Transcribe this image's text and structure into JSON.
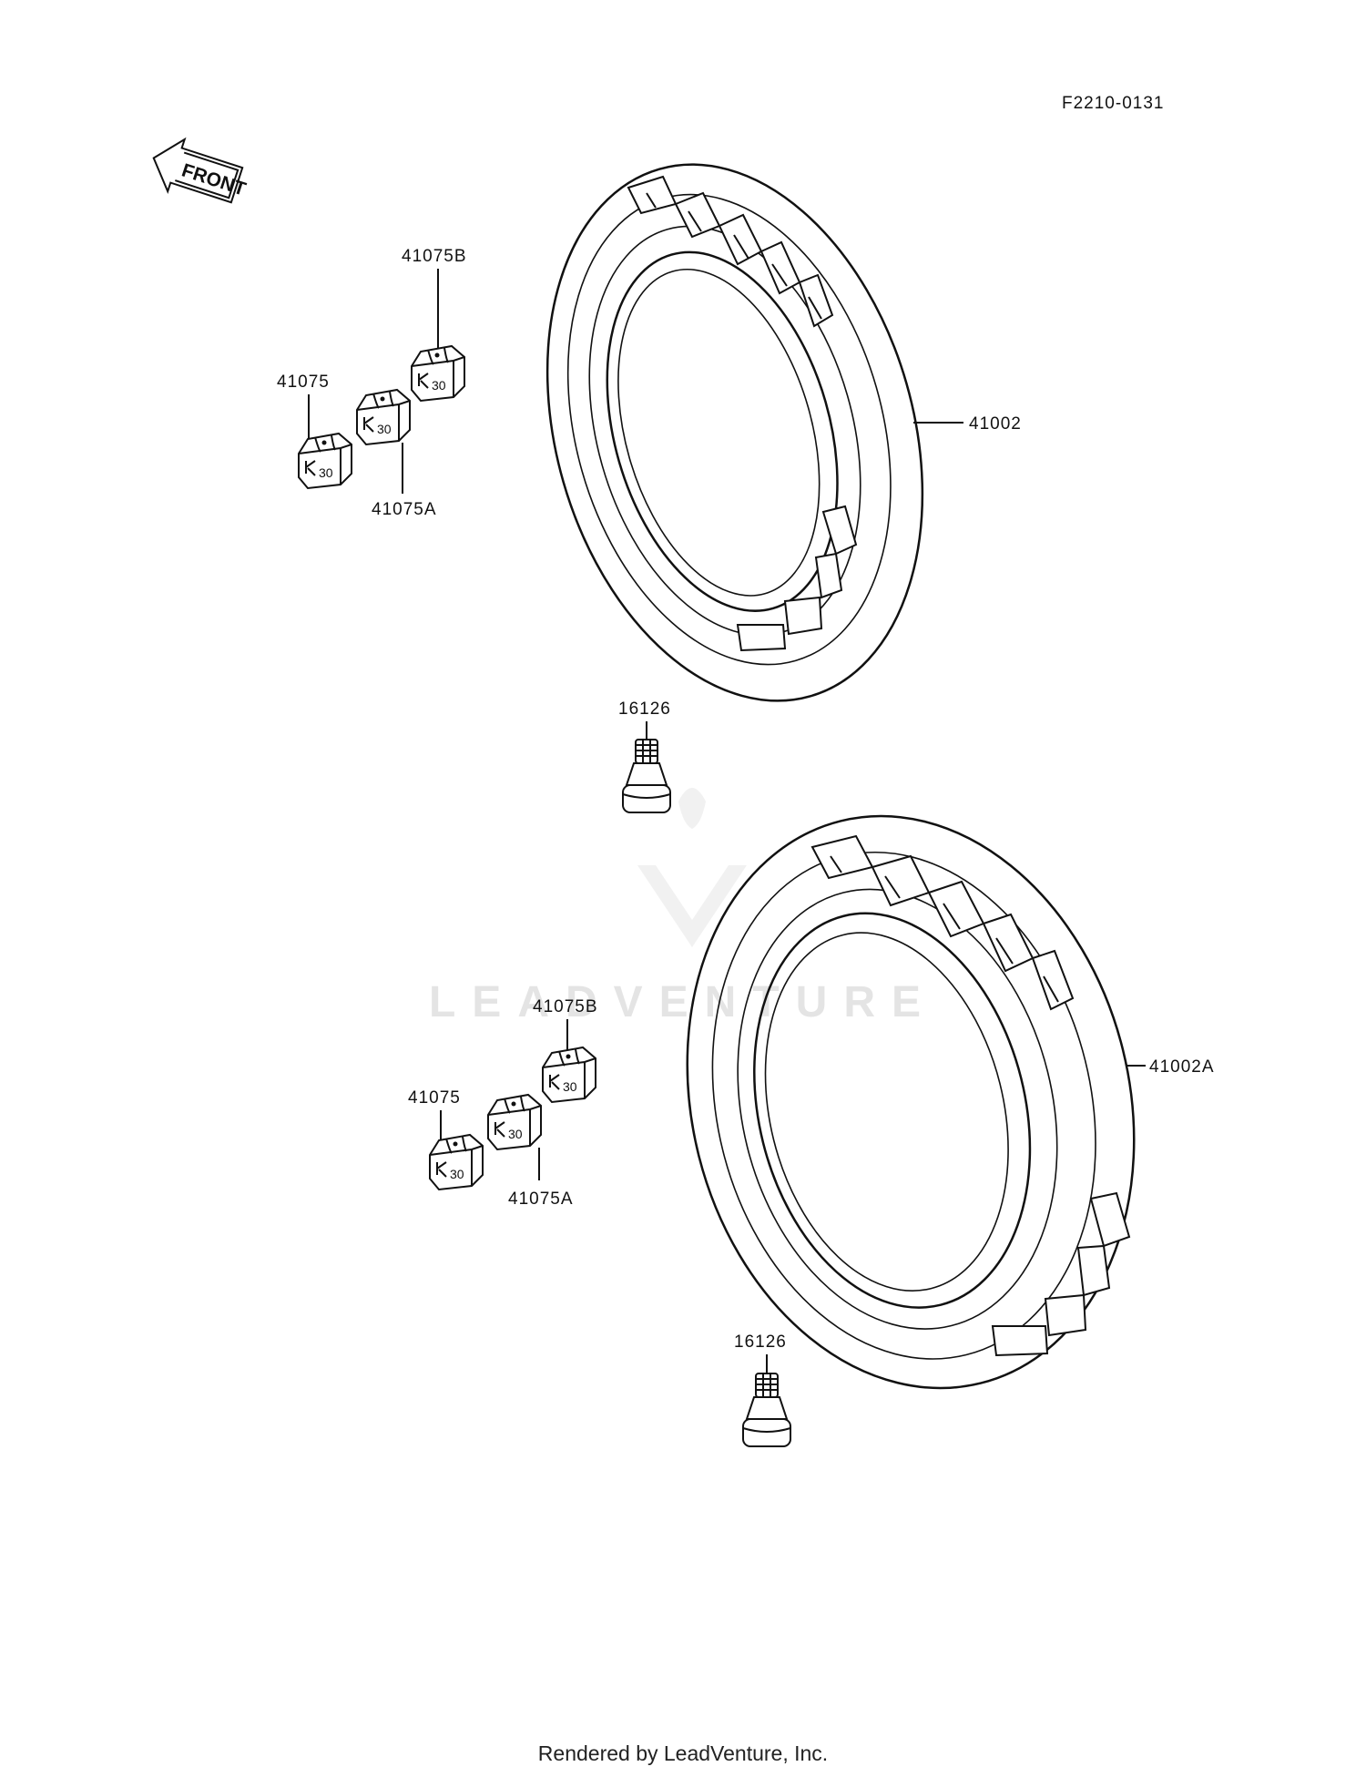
{
  "diagram_code": "F2210-0131",
  "front_label": "FRONT",
  "watermark": "LEADVENTURE",
  "footer": "Rendered by LeadVenture, Inc.",
  "callouts": {
    "upper": {
      "tire": "41002",
      "weight_b": "41075B",
      "weight": "41075",
      "weight_a": "41075A",
      "valve": "16126"
    },
    "lower": {
      "tire": "41002A",
      "weight_b": "41075B",
      "weight": "41075",
      "weight_a": "41075A",
      "valve": "16126"
    }
  }
}
